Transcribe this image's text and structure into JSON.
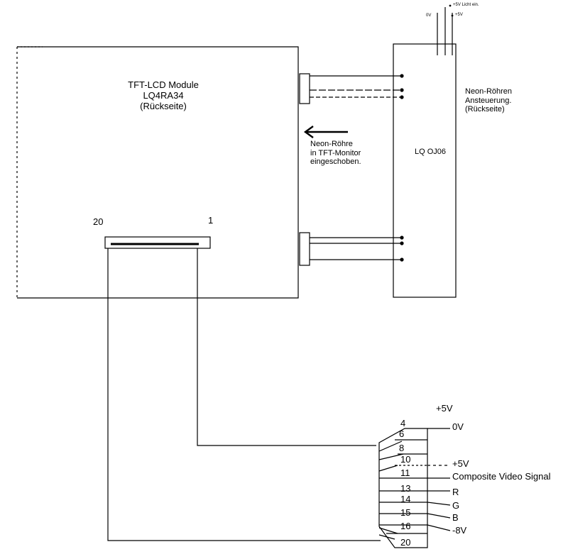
{
  "lcd_module": {
    "line1": "TFT-LCD Module",
    "line2": "LQ4RA34",
    "line3": "(Rückseite)"
  },
  "connector": {
    "pin_left": "20",
    "pin_right": "1"
  },
  "neon_note": {
    "line1": "Neon-Röhre",
    "line2": "in TFT-Monitor",
    "line3": "eingeschoben."
  },
  "inverter": {
    "title_line1": "Neon-Röhren",
    "title_line2": "Ansteuerung.",
    "title_line3": "(Rückseite)",
    "part": "LQ OJ06",
    "supply_0v": "0V",
    "supply_5v": "+5V",
    "supply_5v_light": "+5V Licht ein."
  },
  "pinout": {
    "supply_header": "+5V",
    "pins": [
      "4",
      "6",
      "8",
      "10",
      "11",
      "13",
      "14",
      "15",
      "16",
      "20"
    ],
    "signals": {
      "gnd": "0V",
      "vcc": "+5V",
      "video": "Composite Video Signal",
      "r": "R",
      "g": "G",
      "b": "B",
      "neg": "-8V"
    }
  }
}
